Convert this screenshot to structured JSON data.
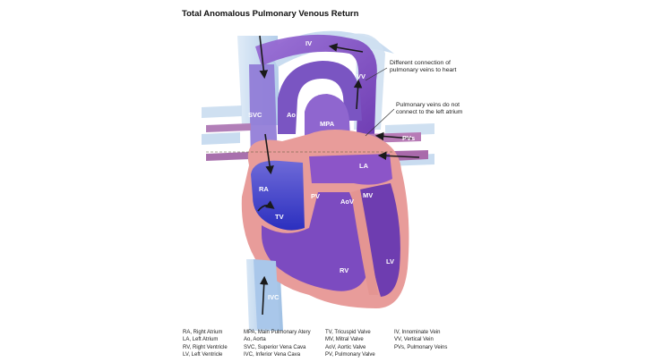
{
  "title": "Total Anomalous Pulmonary Venous Return",
  "callouts": [
    {
      "line1": "Different connection of",
      "line2": "pulmonary veins to heart"
    },
    {
      "line1": "Pulmonary veins do not",
      "line2": "connect to the left atrium"
    }
  ],
  "labels": {
    "iv": "IV",
    "vv": "VV",
    "svc": "SVC",
    "ao": "Ao",
    "mpa": "MPA",
    "pvs": "PVs",
    "la": "LA",
    "ra": "RA",
    "pv": "PV",
    "aov": "AoV",
    "mv": "MV",
    "tv": "TV",
    "rv": "RV",
    "lv": "LV",
    "ivc": "IVC"
  },
  "legend": {
    "col1": [
      "RA, Right Atrium",
      "LA, Left Atrium",
      "RV, Right Ventricle",
      "LV, Left Ventricle"
    ],
    "col2": [
      "MPA, Main Pulmonary Atery",
      "Ao, Aorta",
      "SVC, Superior Vena Cava",
      "IVC, Inferior Vena Cava"
    ],
    "col3": [
      "TV, Tricuspid Valve",
      "MV, Mitral Valve",
      "AoV, Aortic Valve",
      "PV, Pulmonary Valve"
    ],
    "col4": [
      "IV, Innominate Vein",
      "VV, Vertical Vein",
      "PVs, Pulmonary Veins"
    ]
  },
  "colors": {
    "deoxygenated": "#3b3fc4",
    "mixed": "#8a4cc8",
    "myocardium": "#e79a98",
    "vessel_light": "#bcd6ee"
  }
}
